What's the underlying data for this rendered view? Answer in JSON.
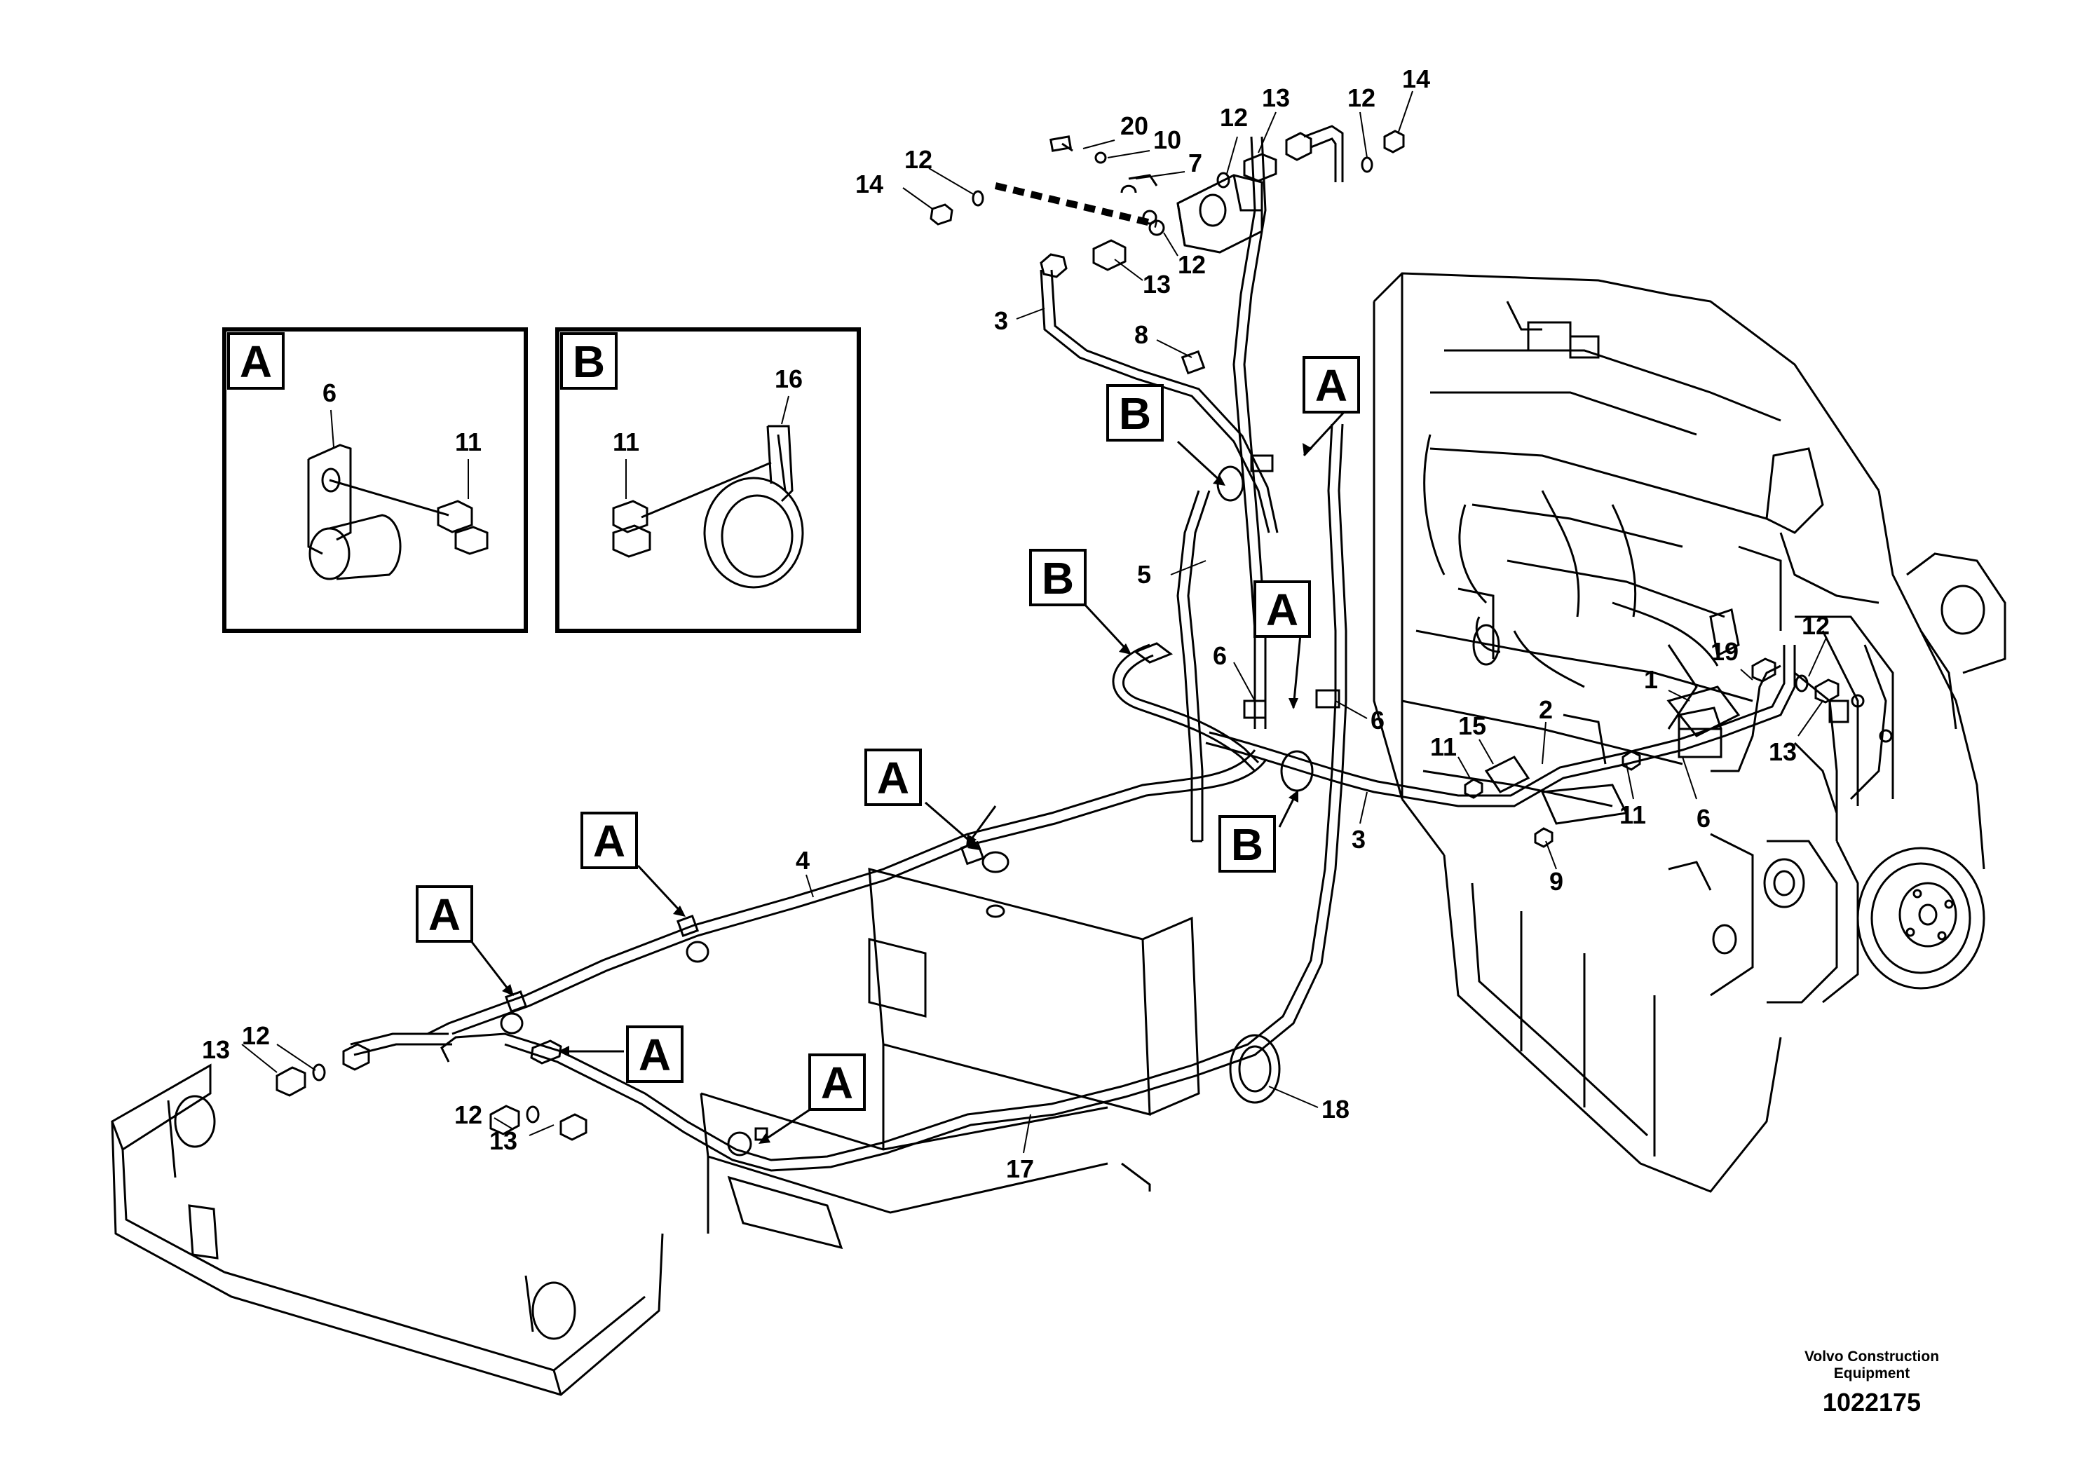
{
  "detail_views": [
    {
      "id": "A",
      "part_numbers": [
        "6",
        "11"
      ]
    },
    {
      "id": "B",
      "part_numbers": [
        "11",
        "16"
      ]
    }
  ],
  "callouts": [
    {
      "text": "20"
    },
    {
      "text": "10"
    },
    {
      "text": "12"
    },
    {
      "text": "13"
    },
    {
      "text": "12"
    },
    {
      "text": "14"
    },
    {
      "text": "12"
    },
    {
      "text": "14"
    },
    {
      "text": "7"
    },
    {
      "text": "13"
    },
    {
      "text": "12"
    },
    {
      "text": "3"
    },
    {
      "text": "8"
    },
    {
      "text": "5"
    },
    {
      "text": "6"
    },
    {
      "text": "6"
    },
    {
      "text": "11"
    },
    {
      "text": "15"
    },
    {
      "text": "2"
    },
    {
      "text": "1"
    },
    {
      "text": "19"
    },
    {
      "text": "12"
    },
    {
      "text": "13"
    },
    {
      "text": "6"
    },
    {
      "text": "11"
    },
    {
      "text": "9"
    },
    {
      "text": "3"
    },
    {
      "text": "4"
    },
    {
      "text": "13"
    },
    {
      "text": "12"
    },
    {
      "text": "12"
    },
    {
      "text": "13"
    },
    {
      "text": "17"
    },
    {
      "text": "18"
    }
  ],
  "reference_tags": [
    {
      "letter": "A"
    },
    {
      "letter": "B"
    },
    {
      "letter": "B"
    },
    {
      "letter": "A"
    },
    {
      "letter": "A"
    },
    {
      "letter": "B"
    },
    {
      "letter": "A"
    },
    {
      "letter": "A"
    },
    {
      "letter": "A"
    },
    {
      "letter": "A"
    },
    {
      "letter": "A"
    }
  ],
  "footer": {
    "credit_line1": "Volvo Construction",
    "credit_line2": "Equipment",
    "drawing_number": "1022175"
  }
}
